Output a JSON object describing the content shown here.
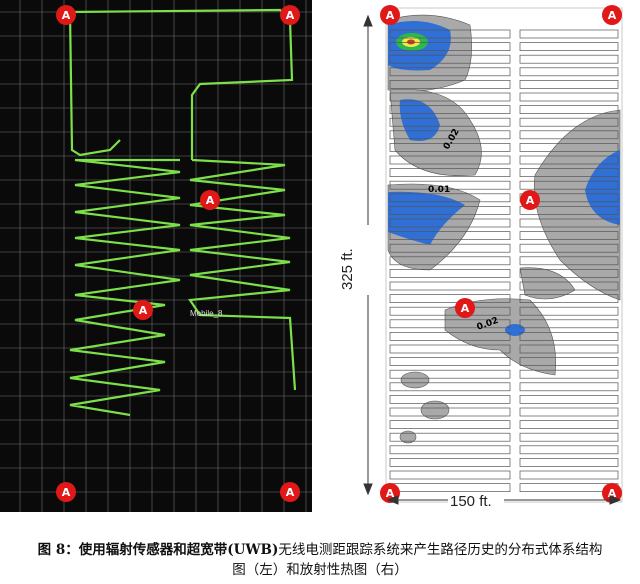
{
  "figure": {
    "left_panel": {
      "label_mobile": "Mobile_8",
      "marker_label": "A",
      "path_color": "#7de04a",
      "background": "#0a0a0a"
    },
    "right_panel": {
      "height_label": "325 ft.",
      "width_label": "150 ft.",
      "contour_labels": [
        "0.02",
        "0.01",
        "0.02"
      ],
      "marker_label": "A",
      "colors": {
        "gray": "#a9a9a9",
        "blue": "#2f6fd6",
        "green": "#2fb84a",
        "yellow": "#f2e84a",
        "red": "#c83a1e",
        "marker": "#e01818"
      }
    }
  },
  "caption": {
    "bold_part": "图 8：使用辐射传感器和超宽带(UWB)",
    "line1_rest": "无线电测距跟踪系统来产生路径历史的分布式体系结构",
    "line2": "图（左）和放射性热图（右）"
  }
}
